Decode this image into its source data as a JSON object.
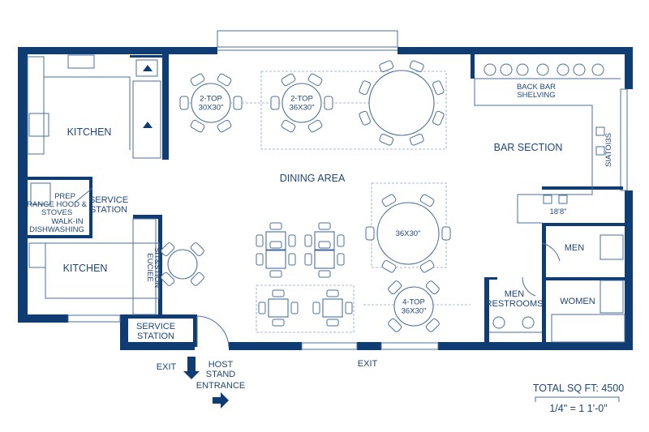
{
  "colors": {
    "wall": "#0f3d73",
    "line": "#4a6f9c",
    "text": "#1f4677"
  },
  "rooms": {
    "kitchen_top": "KITCHEN",
    "prep": [
      "PREP",
      "RANGE HOOD &",
      "STOVES",
      "WALK-IN",
      "DISHWASHING"
    ],
    "service_station_a": [
      "SERVICE",
      "STATION"
    ],
    "kitchen_bottom": "KITCHEN",
    "side_station": [
      "EUCIEE",
      "SIT&STION"
    ],
    "service_station_b": [
      "SERVICE",
      "STATION"
    ],
    "dining_area": "DINING AREA",
    "bar_section": "BAR SECTION",
    "back_bar": [
      "BACK BAR",
      "SHELVING"
    ],
    "stations_vertical": "SIATOI3S",
    "bar_dimension": "18'8\"",
    "men": "MEN",
    "men_restrooms": [
      "MEN",
      "RESTROOMS"
    ],
    "women": "WOMEN"
  },
  "tables": [
    {
      "lines": [
        "2-TOP",
        "30X30\""
      ]
    },
    {
      "lines": [
        "2-TOP",
        "36X30\""
      ]
    },
    {
      "lines": []
    },
    {
      "lines": [
        "36X30\""
      ]
    },
    {
      "lines": [
        "4-TOP",
        "36X30\""
      ]
    }
  ],
  "exits": {
    "left": "EXIT",
    "right": "EXIT",
    "host": [
      "HOST",
      "STAND"
    ],
    "entrance": "ENTRANCE"
  },
  "summary": {
    "total": "TOTAL SQ FT: 4500",
    "scale": "1/4\" = 1 1'-0\""
  }
}
